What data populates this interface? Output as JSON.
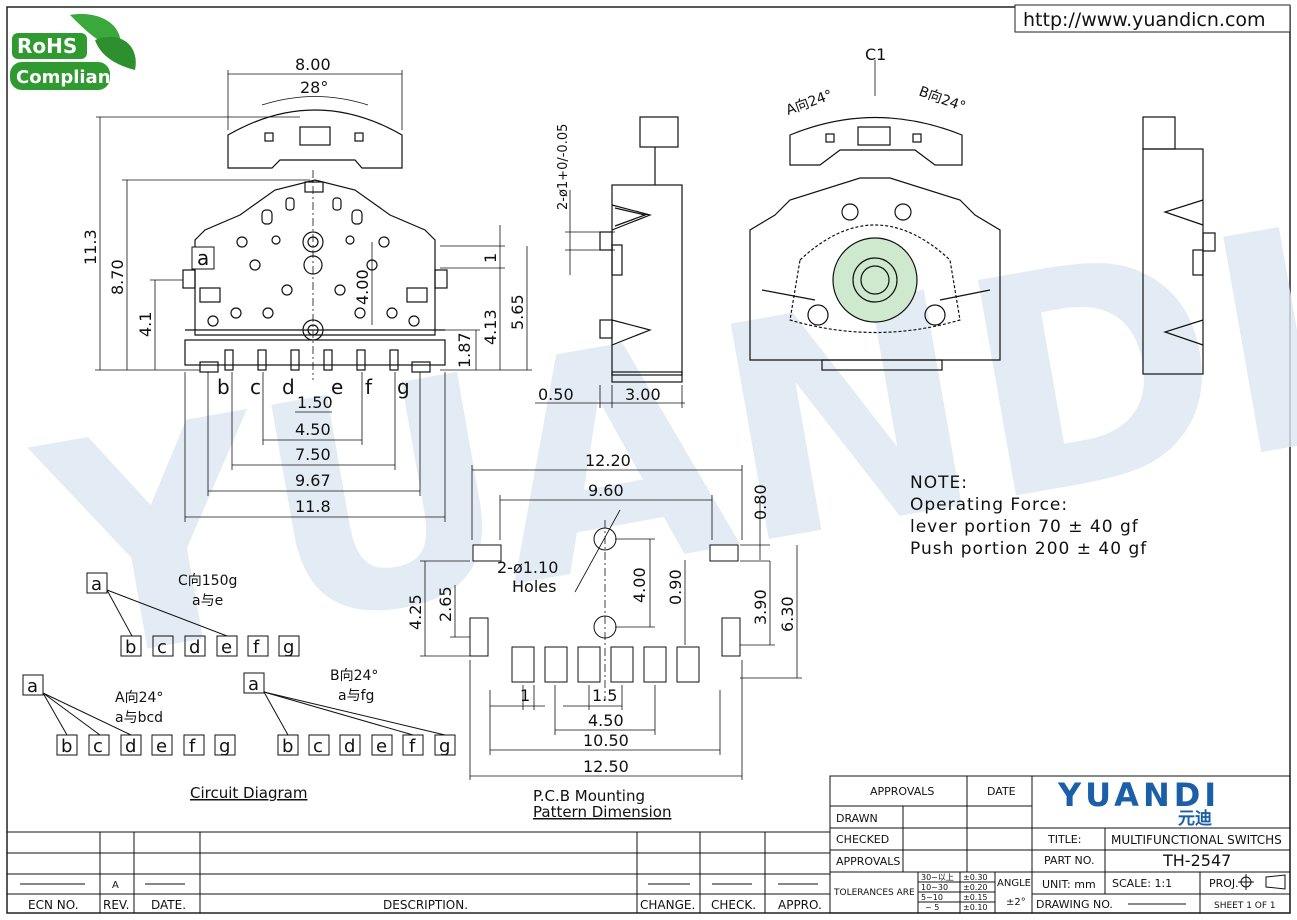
{
  "url": "http://www.yuandicn.com",
  "rohs": {
    "line1": "RoHS",
    "line2": "Compliant"
  },
  "watermark": "YUANDI",
  "front_view": {
    "dims": [
      "8.00",
      "28°",
      "11.3",
      "8.70",
      "4.1",
      "4.00",
      "1",
      "5.65",
      "4.13",
      "1.87",
      "1.50",
      "4.50",
      "7.50",
      "9.67",
      "11.8"
    ],
    "terminal_a": "a",
    "terminals": [
      "b",
      "c",
      "d",
      "e",
      "f",
      "g"
    ]
  },
  "side_view": {
    "dims": [
      "2-ø1+0/-0.05",
      "0.50",
      "3.00"
    ]
  },
  "rear_view": {
    "labels": [
      "C1",
      "A向24°",
      "B向24°"
    ]
  },
  "note": {
    "title": "NOTE:",
    "lines": [
      "Operating Force:",
      "lever portion 70 ± 40 gf",
      "Push portion 200 ± 40 gf"
    ]
  },
  "pcb": {
    "dims": [
      "12.20",
      "9.60",
      "0.80",
      "4.25",
      "2.65",
      "4.00",
      "0.90",
      "3.90",
      "6.30",
      "1",
      "1.5",
      "4.50",
      "10.50",
      "12.50"
    ],
    "holes_label": [
      "2-ø1.10",
      "Holes"
    ],
    "caption": [
      "P.C.B Mounting",
      "Pattern Dimension"
    ]
  },
  "circuit": {
    "caption": "Circuit Diagram",
    "c_group": {
      "title": "C向150g",
      "sub": "a与e",
      "common": "a",
      "pins": [
        "b",
        "c",
        "d",
        "e",
        "f",
        "g"
      ]
    },
    "a_group": {
      "title": "A向24°",
      "sub": "a与bcd",
      "common": "a",
      "pins": [
        "b",
        "c",
        "d",
        "e",
        "f",
        "g"
      ]
    },
    "b_group": {
      "title": "B向24°",
      "sub": "a与fg",
      "common": "a",
      "pins": [
        "b",
        "c",
        "d",
        "e",
        "f",
        "g"
      ]
    }
  },
  "title_block": {
    "approvals": "APPROVALS",
    "date": "DATE",
    "drawn": "DRAWN",
    "checked": "CHECKED",
    "approvals2": "APPROVALS",
    "tolerances": "TOLERANCES ARE",
    "tol_ranges": [
      "30~以上",
      "10~30",
      "5~10",
      "~ 5"
    ],
    "tol_values": [
      "±0.30",
      "±0.20",
      "±0.15",
      "±0.10"
    ],
    "angle": "ANGLE",
    "angle_value": "±2°",
    "brand": "YUANDI",
    "brand_cn": "元迪",
    "title_label": "TITLE:",
    "title_value": "MULTIFUNCTIONAL SWITCHS",
    "part_label": "PART NO.",
    "part_value": "TH-2547",
    "unit": "UNIT: mm",
    "scale": "SCALE:  1:1",
    "proj": "PROJ.",
    "drawing_no": "DRAWING NO.",
    "sheet": "SHEET  1 OF 1"
  },
  "revision_block": {
    "rev_value": "A",
    "headers": [
      "ECN NO.",
      "REV.",
      "DATE.",
      "DESCRIPTION.",
      "CHANGE.",
      "CHECK.",
      "APPRO."
    ]
  }
}
